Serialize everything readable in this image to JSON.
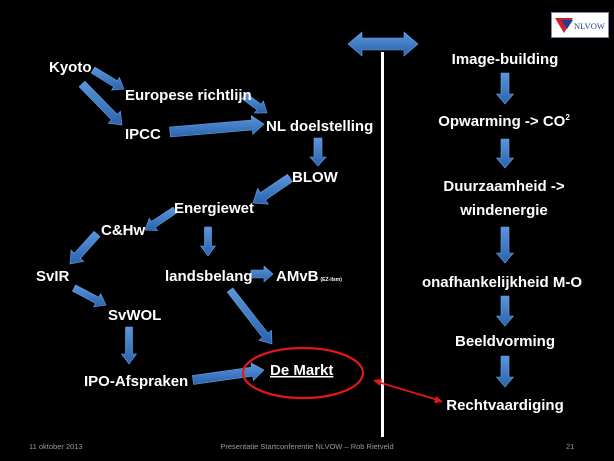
{
  "logo": {
    "text": "NLVOW",
    "colors": {
      "red": "#d21f26",
      "blue": "#1f3f8f"
    }
  },
  "left_nodes": {
    "kyoto": "Kyoto",
    "europese_richtlijn": "Europese richtlijn",
    "ipcc": "IPCC",
    "nl_doelstelling": "NL doelstelling",
    "blow": "BLOW",
    "energiewet": "Energiewet",
    "cshw": "C&Hw",
    "svir": "SvIR",
    "landsbelang": "landsbelang",
    "amvb": "AMvB",
    "amvb_note": "(EZ-ilsm)",
    "svwol": "SvWOL",
    "ipo_afspraken": "IPO-Afspraken",
    "de_markt": "De Markt"
  },
  "right_steps": [
    "Image-building",
    "Opwarming -> CO",
    "Duurzaamheid ->",
    "windenergie",
    "onafhankelijkheid M-O",
    "Beeldvorming",
    "Rechtvaardiging"
  ],
  "superscript": "2",
  "footer": {
    "date": "11 oktober 2013",
    "title": "Presentatie Startconferentie NLVOW – Rob Rietveld",
    "page": "21"
  },
  "colors": {
    "background": "#000000",
    "arrow": "#3a78c4",
    "text": "#ffffff",
    "highlight": "#e01818"
  }
}
